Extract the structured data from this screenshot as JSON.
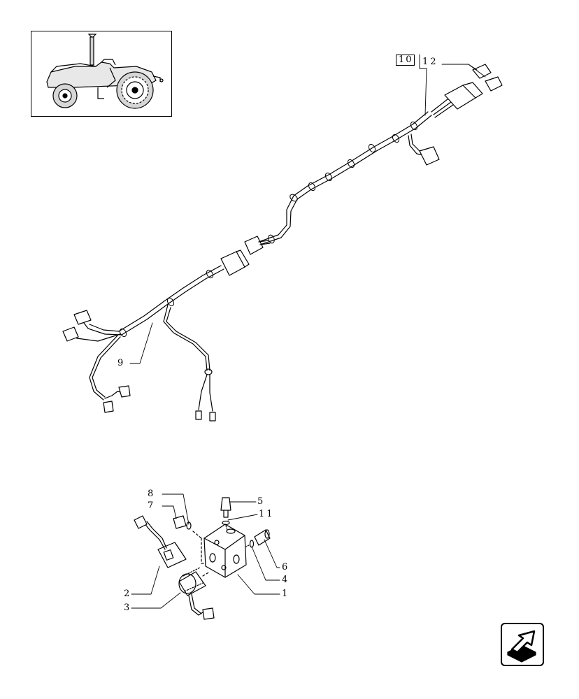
{
  "inset": {
    "icon": "tractor-icon"
  },
  "callouts": {
    "c1": "1",
    "c2": "2",
    "c3": "3",
    "c4": "4",
    "c5": "5",
    "c6": "6",
    "c7": "7",
    "c8": "8",
    "c9": "9",
    "c10": "10",
    "c11": "11",
    "c12": "12"
  },
  "nav": {
    "icon": "next-page-arrow-icon"
  }
}
